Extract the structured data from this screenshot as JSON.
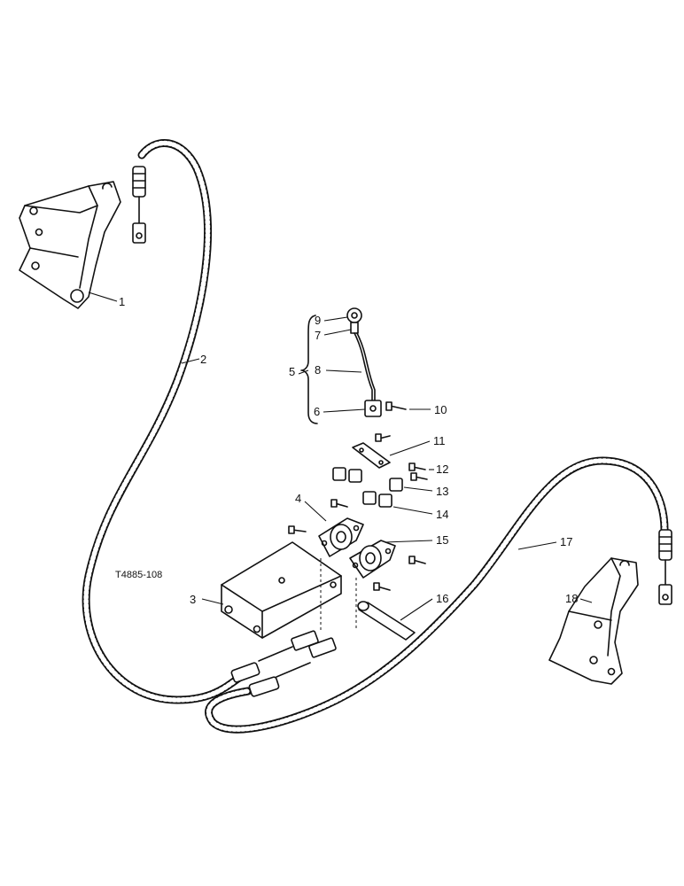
{
  "figure_ref": "T4885-108",
  "callouts": [
    {
      "id": "c1",
      "text": "1"
    },
    {
      "id": "c2",
      "text": "2"
    },
    {
      "id": "c3",
      "text": "3"
    },
    {
      "id": "c4",
      "text": "4"
    },
    {
      "id": "c5",
      "text": "5"
    },
    {
      "id": "c6",
      "text": "6"
    },
    {
      "id": "c7",
      "text": "7"
    },
    {
      "id": "c8",
      "text": "8"
    },
    {
      "id": "c9",
      "text": "9"
    },
    {
      "id": "c10",
      "text": "10"
    },
    {
      "id": "c11",
      "text": "11"
    },
    {
      "id": "c12",
      "text": "12"
    },
    {
      "id": "c13",
      "text": "13"
    },
    {
      "id": "c14",
      "text": "14"
    },
    {
      "id": "c15",
      "text": "15"
    },
    {
      "id": "c16",
      "text": "16"
    },
    {
      "id": "c17",
      "text": "17"
    },
    {
      "id": "c18",
      "text": "18"
    }
  ]
}
